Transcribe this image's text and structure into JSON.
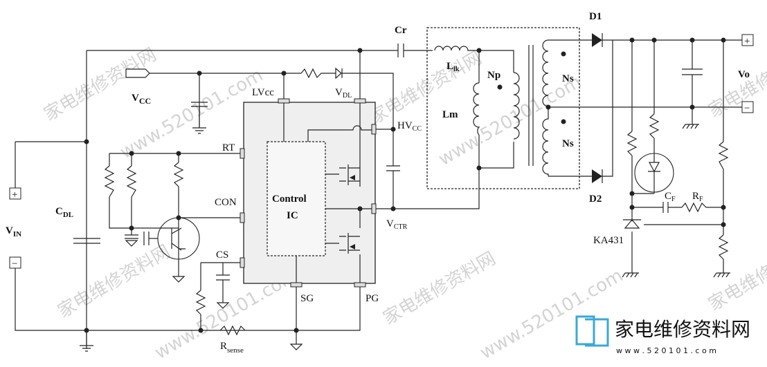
{
  "labels": {
    "cr": "Cr",
    "d1": "D1",
    "d2": "D2",
    "vcc": "V",
    "vcc_sub": "CC",
    "lvcc": "LVcc",
    "vdl": "V",
    "vdl_sub": "DL",
    "hvcc": "HV",
    "hvcc_sub": "CC",
    "rt": "RT",
    "con": "CON",
    "cs": "CS",
    "sg": "SG",
    "pg": "PG",
    "vctr": "V",
    "vctr_sub": "CTR",
    "cdl": "C",
    "cdl_sub": "DL",
    "vin": "V",
    "vin_sub": "IN",
    "rsense": "R",
    "rsense_sub": "sense",
    "llk": "L",
    "llk_sub": "lk",
    "np": "Np",
    "lm": "Lm",
    "ns_top": "Ns",
    "ns_bottom": "Ns",
    "vo": "Vo",
    "cf": "C",
    "cf_sub": "F",
    "rf": "R",
    "rf_sub": "F",
    "ka431": "KA431",
    "control_ic_line1": "Control",
    "control_ic_line2": "IC",
    "plus": "+",
    "minus": "−"
  },
  "watermark": {
    "text_cn": "家电维修资料网",
    "text_url": "www.520101.com",
    "brand_name": "家电维修资料网",
    "brand_url": "w w w . 5 2 0 1 0 1 . c o m"
  },
  "colors": {
    "wire": "#222222",
    "ic_fill": "#efefef",
    "watermark": "#cfcfcf",
    "brand": "#39a9d6"
  }
}
